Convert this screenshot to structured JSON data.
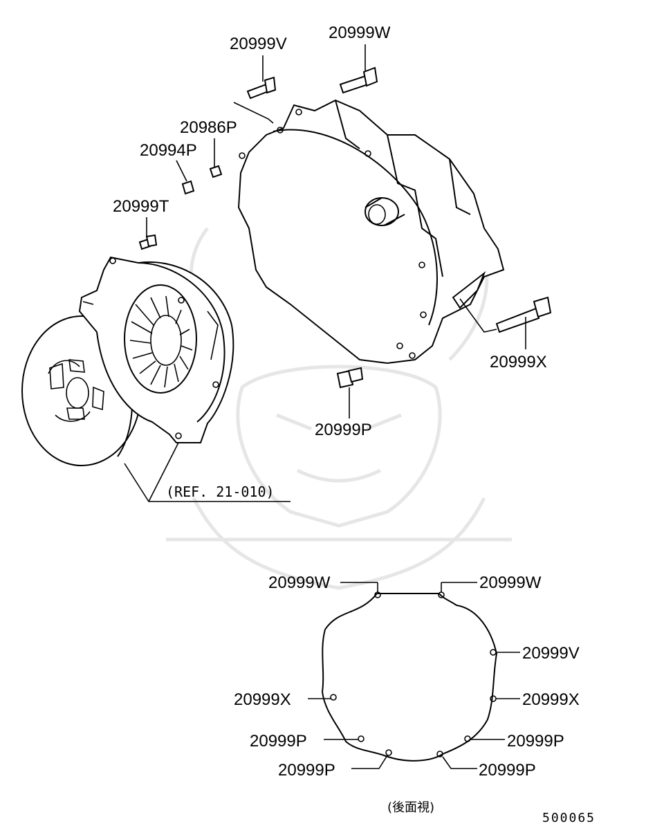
{
  "callouts_exploded": {
    "bolt_top_left": "20999V",
    "bolt_top_right": "20999W",
    "nut_upper": "20986P",
    "nut_lower": "20994P",
    "bolt_small": "20999T",
    "bolt_right": "20999X",
    "bolt_bottom": "20999P",
    "reference": "(REF. 21-010)"
  },
  "callouts_rear_view": {
    "top_left": "20999W",
    "top_right": "20999W",
    "right_upper": "20999V",
    "left_mid": "20999X",
    "right_mid": "20999X",
    "left_low": "20999P",
    "right_low": "20999P",
    "bottom_left": "20999P",
    "bottom_right": "20999P"
  },
  "view_caption": "(後面視)",
  "diagram_code": "500065",
  "colors": {
    "line": "#000000",
    "background": "#ffffff",
    "watermark": "#e6e6e6"
  }
}
